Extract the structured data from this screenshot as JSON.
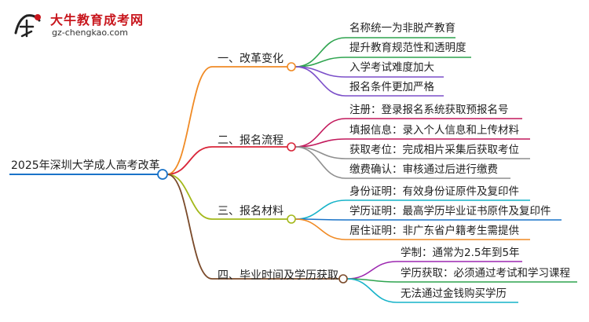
{
  "logo": {
    "title": "大牛教育成考网",
    "url": "gz-chengkao.com"
  },
  "root": {
    "label": "2025年深圳大学成人高考改革",
    "color": "#1a73c8"
  },
  "branches": [
    {
      "label": "一、改革变化",
      "color": "#f08a24",
      "children": [
        {
          "label": "名称统一为非脱产教育",
          "color": "#2ea44f"
        },
        {
          "label": "提升教育规范性和透明度",
          "color": "#2ea44f"
        },
        {
          "label": "入学考试难度加大",
          "color": "#7b4fc9"
        },
        {
          "label": "报名条件更加严格",
          "color": "#7b4fc9"
        }
      ]
    },
    {
      "label": "二、报名流程",
      "color": "#d9263a",
      "children": [
        {
          "label": "注册：登录报名系统获取预报名号",
          "color": "#c2185b"
        },
        {
          "label": "填报信息：录入个人信息和上传材料",
          "color": "#c2185b"
        },
        {
          "label": "获取考位：完成相片采集后获取考位",
          "color": "#8e8e8e"
        },
        {
          "label": "缴费确认：审核通过后进行缴费",
          "color": "#8e8e8e"
        }
      ]
    },
    {
      "label": "三、报名材料",
      "color": "#a3b81a",
      "children": [
        {
          "label": "身份证明：有效身份证原件及复印件",
          "color": "#17b3c9"
        },
        {
          "label": "学历证明：最高学历毕业证书原件及复印件",
          "color": "#1a73c8"
        },
        {
          "label": "居住证明：非广东省户籍考生需提供",
          "color": "#f08a24"
        }
      ]
    },
    {
      "label": "四、毕业时间及学历获取",
      "color": "#7a4a2a",
      "children": [
        {
          "label": "学制：通常为2.5年到5年",
          "color": "#9c27b0"
        },
        {
          "label": "学历获取：必须通过考试和学习课程",
          "color": "#2ea44f"
        },
        {
          "label": "无法通过金钱购买学历",
          "color": "#17b3c9"
        }
      ]
    }
  ]
}
